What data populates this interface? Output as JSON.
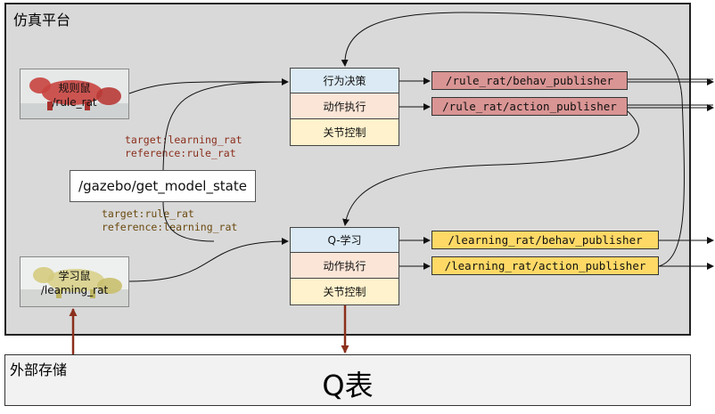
{
  "sim_platform": {
    "title": "仿真平台"
  },
  "external_storage": {
    "title": "外部存储",
    "q_table": "Q表"
  },
  "rule_rat": {
    "name": "规则鼠",
    "topic": "/rule_rat"
  },
  "learning_rat": {
    "name": "学习鼠",
    "topic": "/leaming_rat"
  },
  "service": {
    "label": "/gazebo/get_model_state"
  },
  "annotations": {
    "upper": {
      "target": "target:learning_rat",
      "reference": "reference:rule_rat"
    },
    "lower": {
      "target": "target:rule_rat",
      "reference": "reference:learning_rat"
    }
  },
  "rule_modules": {
    "decision": "行为决策",
    "action": "动作执行",
    "joint": "关节控制"
  },
  "learning_modules": {
    "decision": "Q-学习",
    "action": "动作执行",
    "joint": "关节控制"
  },
  "publishers": {
    "rule_behav": "/rule_rat/behav_publisher",
    "rule_action": "/rule_rat/action_publisher",
    "learning_behav": "/learning_rat/behav_publisher",
    "learning_action": "/learning_rat/action_publisher"
  },
  "colors": {
    "blue": "#dbeaf5",
    "peach": "#fbe5d7",
    "yellow": "#fff2cc",
    "rule_pub": "#d99594",
    "learn_pub": "#ffd966",
    "storage_arrow": "#8b2f1c"
  }
}
